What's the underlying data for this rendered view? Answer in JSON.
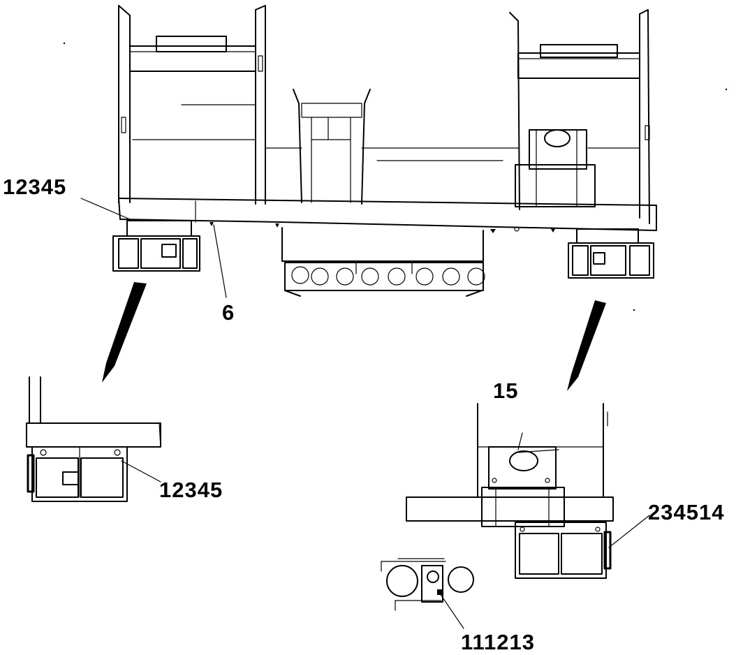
{
  "callouts": {
    "top_left": "12345",
    "six": "6",
    "detail_left": "12345",
    "fifteen": "15",
    "detail_right": "234514",
    "bottom": "111213"
  }
}
